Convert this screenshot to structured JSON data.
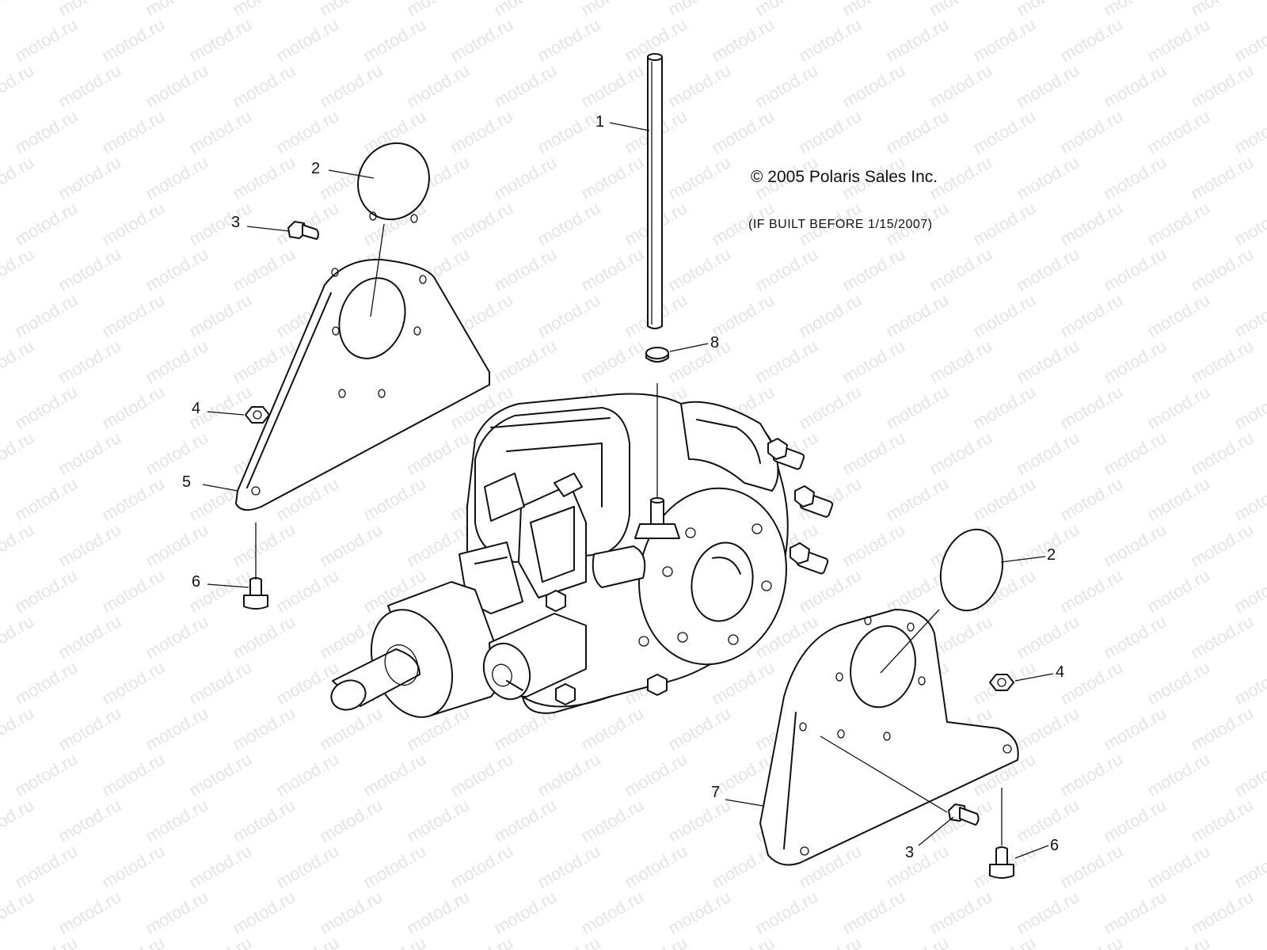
{
  "watermark": "motod.ru",
  "copyright": "© 2005 Polaris Sales Inc.",
  "note": "(IF BUILT BEFORE 1/15/2007)",
  "callouts": {
    "tube": "1",
    "seal_upper": "2",
    "bolt_upper": "3",
    "nut_upper": "4",
    "bracket_left": "5",
    "screw_left": "6",
    "clamp": "8",
    "seal_right": "2",
    "nut_right": "4",
    "bracket_right": "7",
    "bolt_lower": "3",
    "screw_right": "6"
  }
}
